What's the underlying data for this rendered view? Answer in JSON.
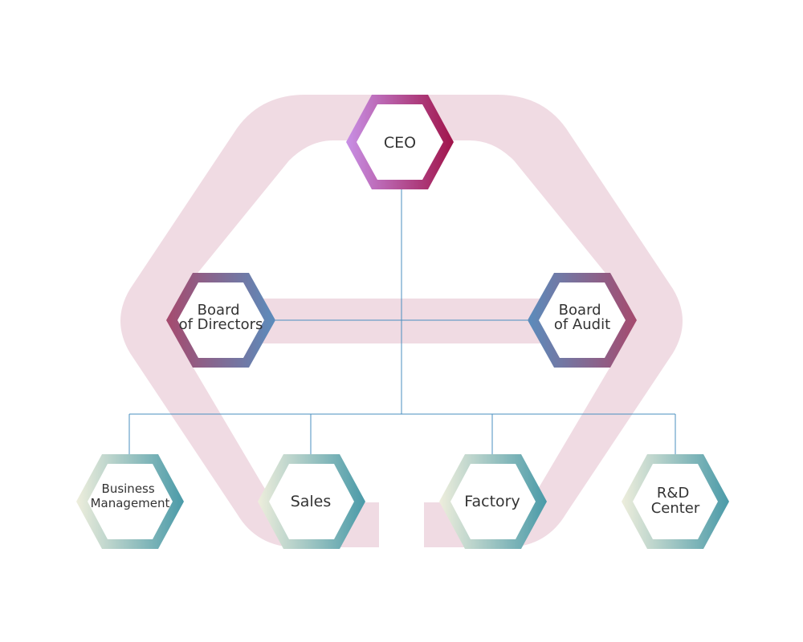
{
  "org_chart": {
    "top": {
      "label": "CEO"
    },
    "middle": [
      {
        "id": "board-of-directors",
        "lines": [
          "Board",
          "of Directors"
        ]
      },
      {
        "id": "board-of-audit",
        "lines": [
          "Board",
          "of Audit"
        ]
      }
    ],
    "bottom": [
      {
        "id": "business-management",
        "lines": [
          "Business",
          "Management"
        ]
      },
      {
        "id": "sales",
        "lines": [
          "Sales"
        ]
      },
      {
        "id": "factory",
        "lines": [
          "Factory"
        ]
      },
      {
        "id": "rd-center",
        "lines": [
          "R&D",
          "Center"
        ]
      }
    ],
    "colors": {
      "background_band": "#f0dbe3",
      "connector": "#4a8fbf",
      "ceo_gradient": [
        "#c890e6",
        "#a0144a"
      ],
      "board_directors_gradient": [
        "#a64a6e",
        "#5b8cbc"
      ],
      "board_audit_gradient": [
        "#5b8cbc",
        "#a64a6e"
      ],
      "department_gradient": [
        "#eeeedc",
        "#4a9aa8"
      ],
      "text": "#333333"
    }
  }
}
